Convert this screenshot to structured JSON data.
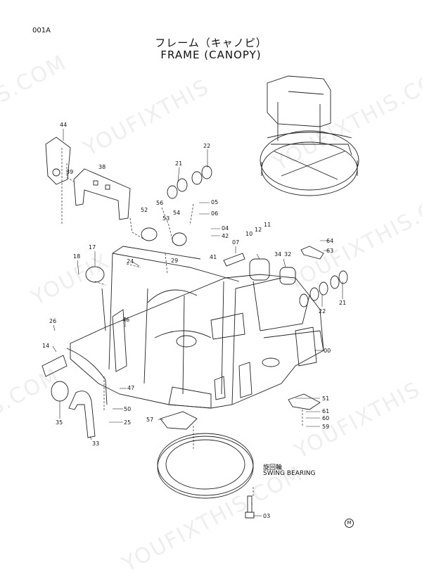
{
  "page_code": "001A",
  "title_jp": "フレーム（キャノピ）",
  "title_en": "FRAME (CANOPY)",
  "bearing_label_jp": "旋回輪",
  "bearing_label_en": "SWING BEARING",
  "mark": "M",
  "watermarks": [
    "S.COM",
    "YOUFIXTHIS",
    "YOUFIXTHIS.COM",
    "YOUFIX",
    "S.COM",
    "YOUFIXTHIS.COM",
    "YOUFIXTHIS",
    "YOUFIXTHIS.COM"
  ],
  "callouts": [
    "44",
    "39",
    "38",
    "22",
    "21",
    "05",
    "06",
    "52",
    "56",
    "53",
    "54",
    "04",
    "42",
    "10",
    "12",
    "11",
    "17",
    "18",
    "24",
    "29",
    "41",
    "07",
    "34",
    "32",
    "64",
    "63",
    "22",
    "21",
    "26",
    "14",
    "46",
    "00",
    "51",
    "61",
    "60",
    "59",
    "47",
    "50",
    "35",
    "25",
    "33",
    "57",
    "03"
  ]
}
